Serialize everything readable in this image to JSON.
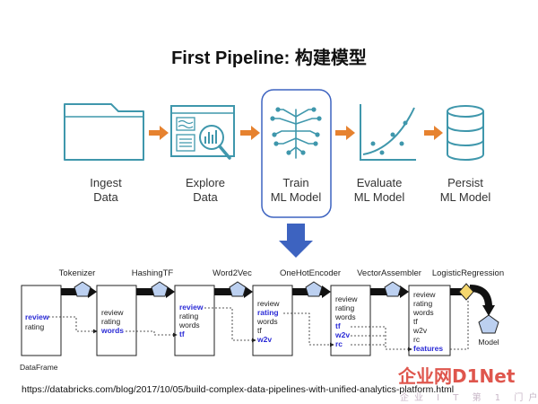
{
  "title": "First Pipeline: 构建模型",
  "stages": [
    {
      "line1": "Ingest",
      "line2": "Data"
    },
    {
      "line1": "Explore",
      "line2": "Data"
    },
    {
      "line1": "Train",
      "line2": "ML Model"
    },
    {
      "line1": "Evaluate",
      "line2": "ML Model"
    },
    {
      "line1": "Persist",
      "line2": "ML Model"
    }
  ],
  "colors": {
    "arrow_orange": "#e6822f",
    "icon_teal": "#3f97ac",
    "down_arrow": "#3d63c0",
    "highlight_text": "#2b2bd6",
    "watermark_red": "#d9382e"
  },
  "transformers": [
    "Tokenizer",
    "HashingTF",
    "Word2Vec",
    "OneHotEncoder",
    "VectorAssembler",
    "LogisticRegression"
  ],
  "dataframe_label": "DataFrame",
  "model_label": "Model",
  "frames": [
    {
      "columns": [
        {
          "text": "review",
          "hl": true
        },
        {
          "text": "rating",
          "hl": false
        }
      ]
    },
    {
      "columns": [
        {
          "text": "review",
          "hl": false
        },
        {
          "text": "rating",
          "hl": false
        },
        {
          "text": "words",
          "hl": true
        }
      ]
    },
    {
      "columns": [
        {
          "text": "review",
          "hl": true
        },
        {
          "text": "rating",
          "hl": false
        },
        {
          "text": "words",
          "hl": false
        },
        {
          "text": "tf",
          "hl": true
        }
      ]
    },
    {
      "columns": [
        {
          "text": "review",
          "hl": false
        },
        {
          "text": "rating",
          "hl": true
        },
        {
          "text": "words",
          "hl": false
        },
        {
          "text": "tf",
          "hl": false
        },
        {
          "text": "w2v",
          "hl": true
        }
      ]
    },
    {
      "columns": [
        {
          "text": "review",
          "hl": false
        },
        {
          "text": "rating",
          "hl": false
        },
        {
          "text": "words",
          "hl": false
        },
        {
          "text": "tf",
          "hl": true
        },
        {
          "text": "w2v",
          "hl": true
        },
        {
          "text": "rc",
          "hl": true
        }
      ]
    },
    {
      "columns": [
        {
          "text": "review",
          "hl": false
        },
        {
          "text": "rating",
          "hl": false
        },
        {
          "text": "words",
          "hl": false
        },
        {
          "text": "tf",
          "hl": false
        },
        {
          "text": "w2v",
          "hl": false
        },
        {
          "text": "rc",
          "hl": false
        },
        {
          "text": "features",
          "hl": true
        }
      ]
    }
  ],
  "source_url": "https://databricks.com/blog/2017/10/05/build-complex-data-pipelines-with-unified-analytics-platform.html",
  "watermark": {
    "text": "企业网D1Net",
    "subtext": "企业 I T 第 1 门户"
  }
}
